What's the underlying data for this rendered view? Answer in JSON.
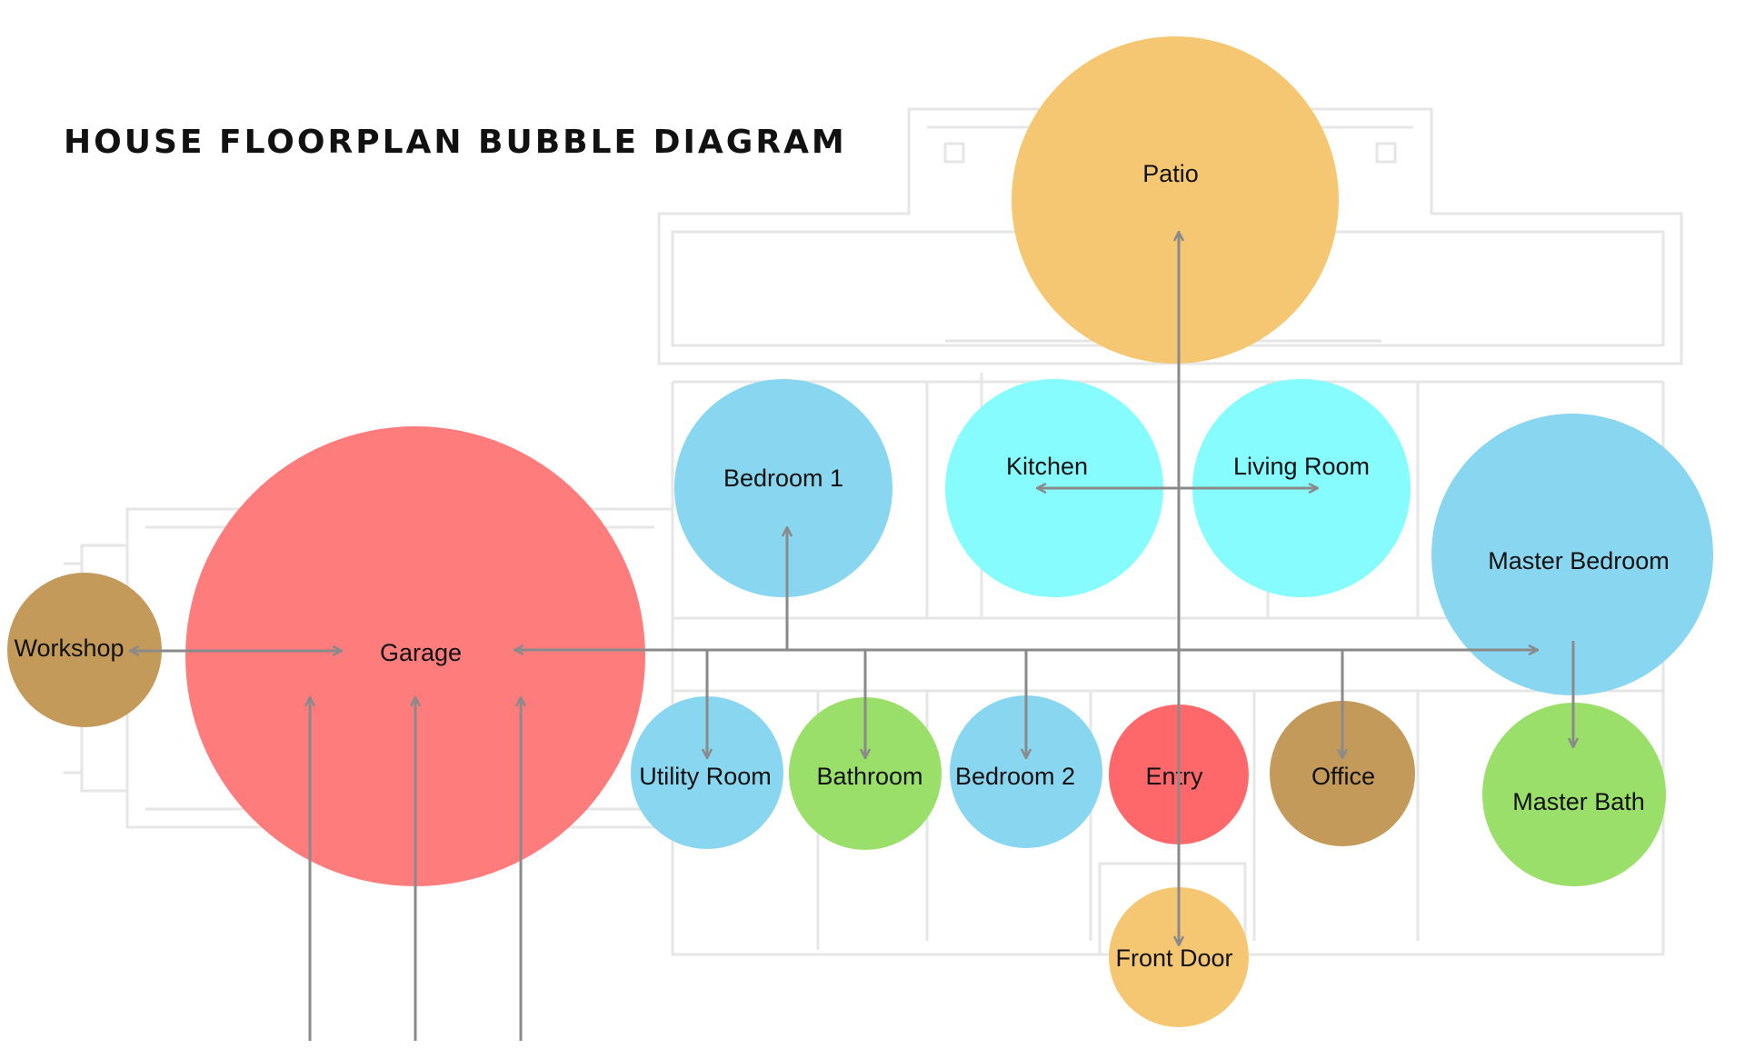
{
  "title": "HOUSE FLOORPLAN BUBBLE DIAGRAM",
  "colors": {
    "patio": "#f5c773",
    "garage": "#ff7c7d",
    "workshop": "#c39a5a",
    "bedroom_blue": "#89d6f0",
    "living_cyan": "#86fcfe",
    "bathroom_green": "#9adf6a",
    "entry_red": "#ff686b",
    "office_brown": "#c39a5a",
    "arrow_gray": "#8a8a8a",
    "floorplan_line": "#e6e6e6"
  },
  "rooms": {
    "patio": "Patio",
    "bedroom1": "Bedroom 1",
    "kitchen": "Kitchen",
    "living_room": "Living Room",
    "master_bedroom": "Master Bedroom",
    "workshop": "Workshop",
    "garage": "Garage",
    "utility_room": "Utility Room",
    "bathroom": "Bathroom",
    "bedroom2": "Bedroom 2",
    "entry": "Entry",
    "office": "Office",
    "master_bath": "Master Bath",
    "front_door": "Front Door"
  }
}
